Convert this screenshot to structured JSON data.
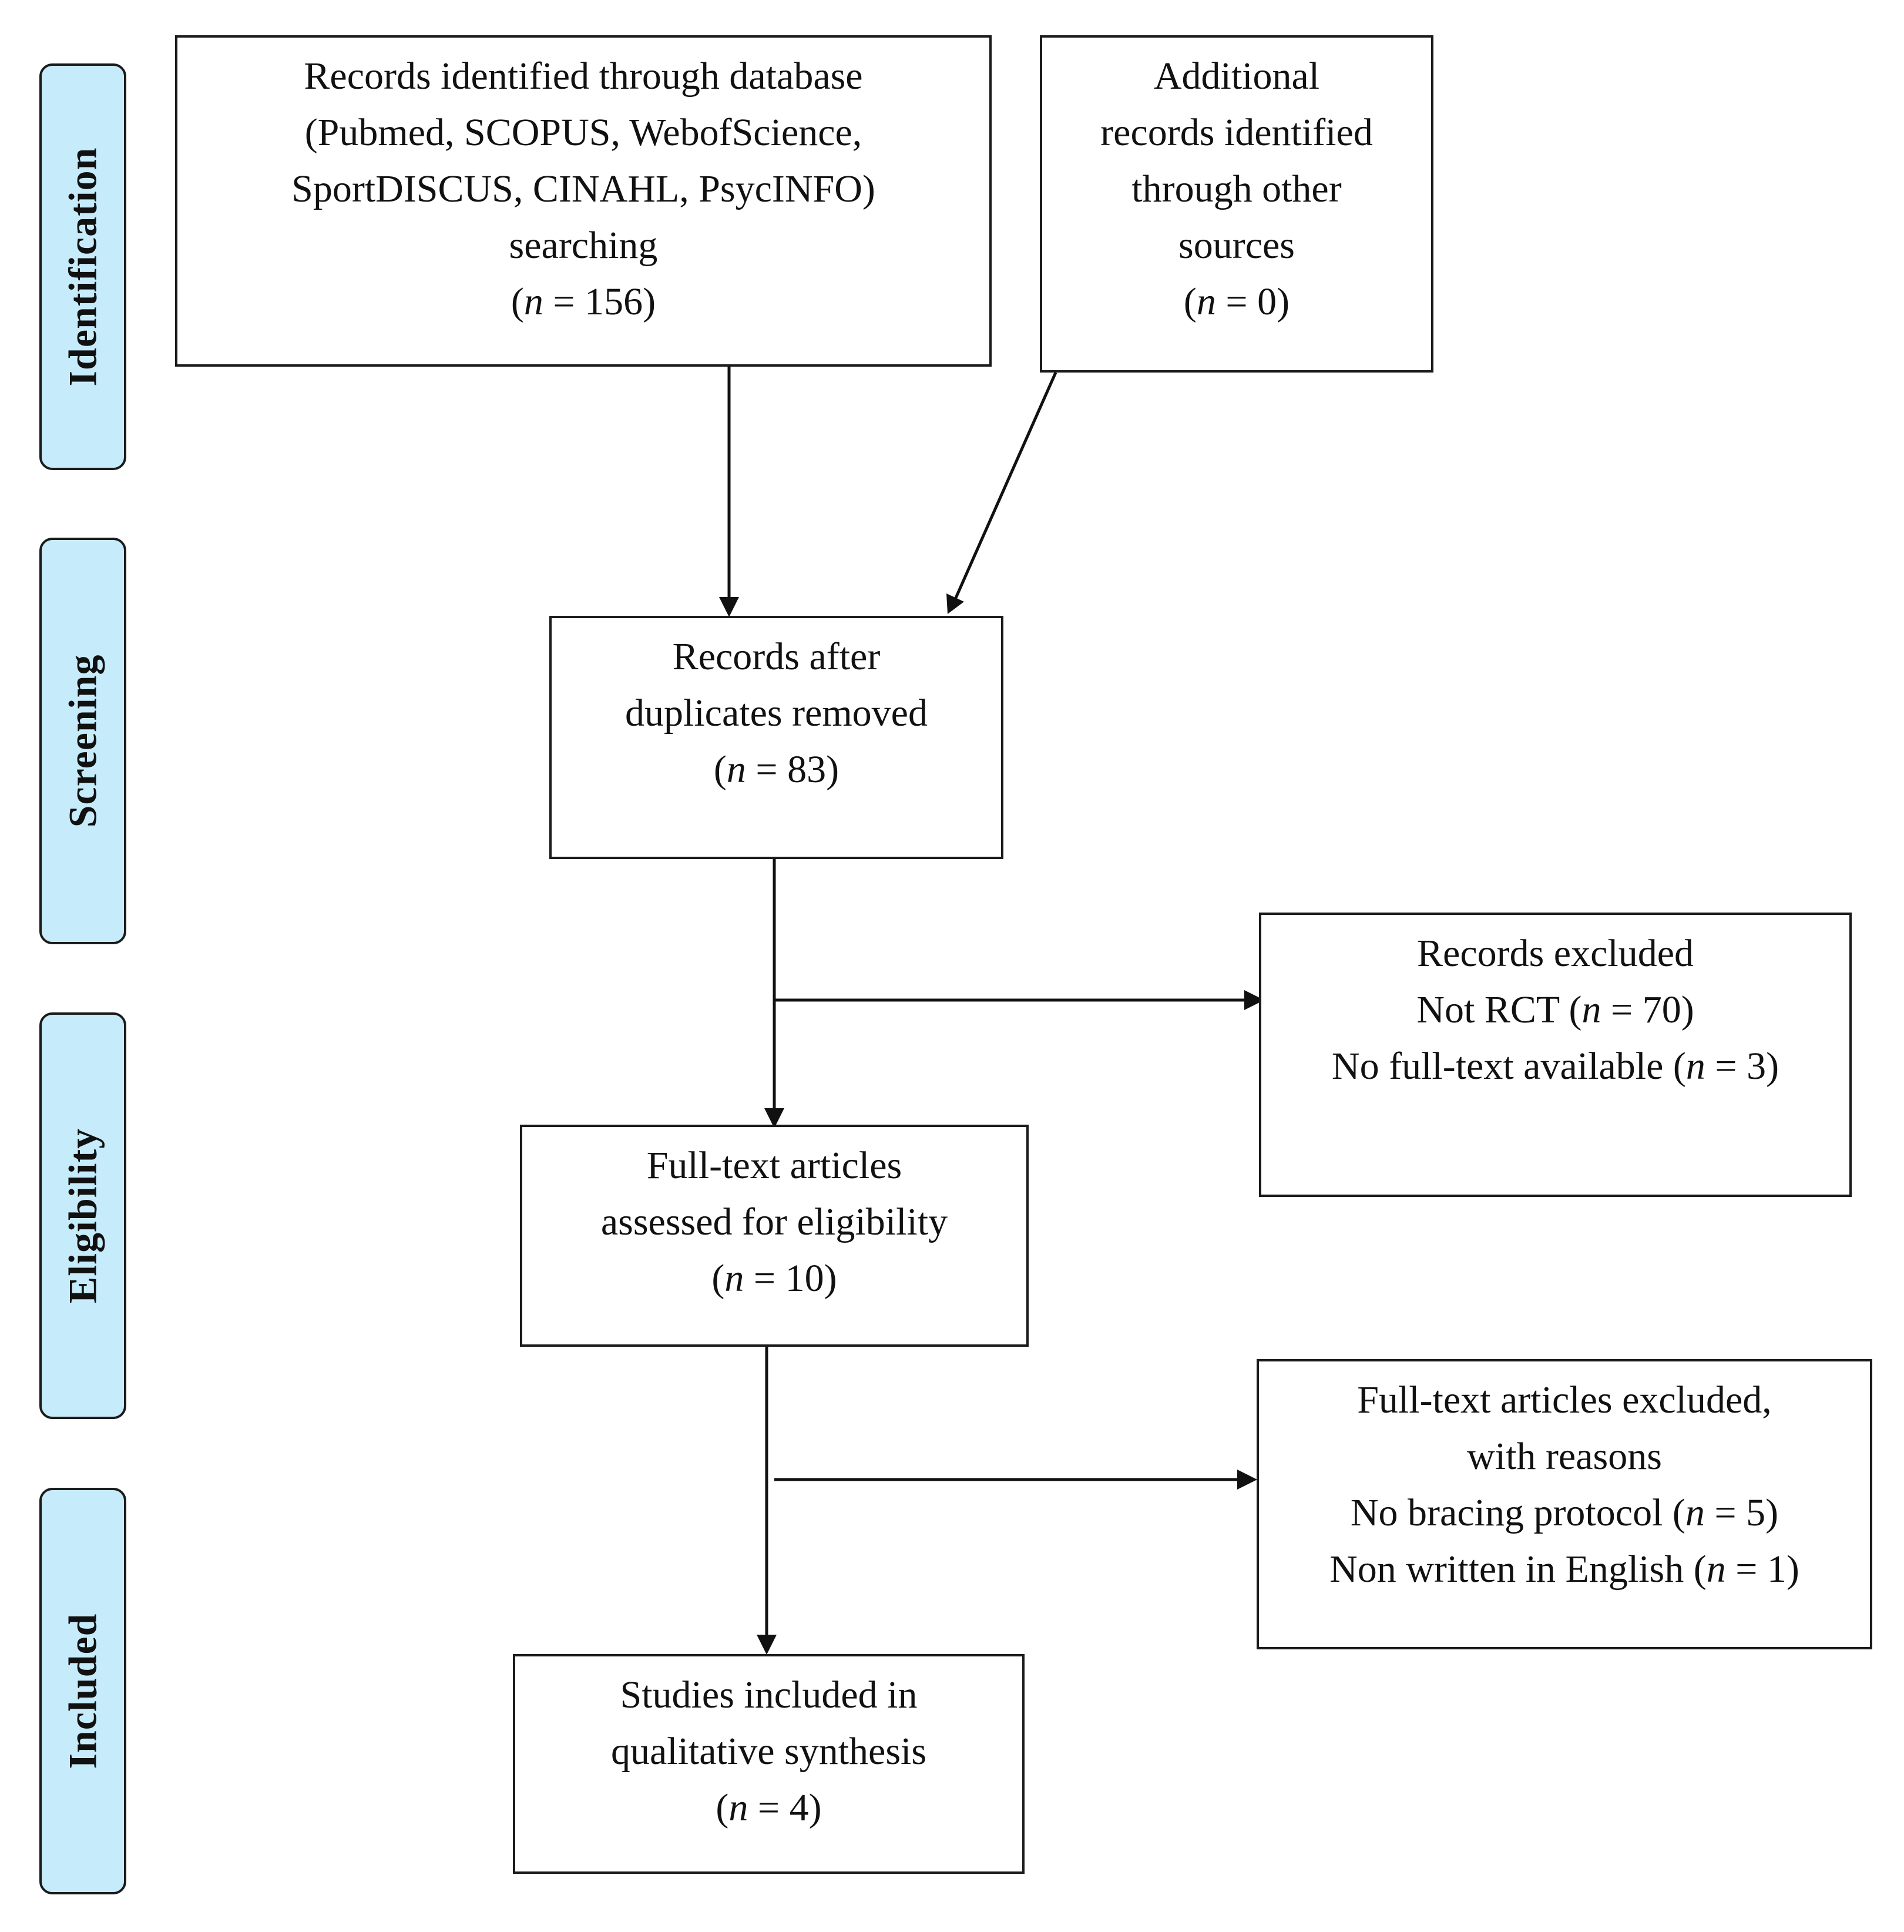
{
  "phases": {
    "identification": "Identification",
    "screening": "Screening",
    "eligibility": "Eligibility",
    "included": "Included"
  },
  "nodes": {
    "database_records": {
      "lines": [
        "Records identified through database",
        "(Pubmed, SCOPUS, WebofScience,",
        "SportDISCUS, CINAHL, PsycINFO)",
        "searching"
      ],
      "n_open": "(",
      "n_symbol": "n",
      "n_value": " = 156)"
    },
    "other_sources": {
      "lines": [
        "Additional",
        "records identified",
        "through other",
        "sources"
      ],
      "n_open": "(",
      "n_symbol": "n",
      "n_value": " = 0)"
    },
    "after_duplicates": {
      "lines": [
        "Records after",
        "duplicates removed"
      ],
      "n_open": "(",
      "n_symbol": "n",
      "n_value": " = 83)"
    },
    "records_excluded": {
      "title": "Records excluded",
      "reason_1_text": "Not RCT (",
      "reason_1_symbol": "n",
      "reason_1_value": " = 70)",
      "reason_2_text": "No full-text available (",
      "reason_2_symbol": "n",
      "reason_2_value": " = 3)"
    },
    "full_text_assessed": {
      "lines": [
        "Full-text articles",
        "assessed for eligibility"
      ],
      "n_open": "(",
      "n_symbol": "n",
      "n_value": " = 10)"
    },
    "full_text_excluded": {
      "lines": [
        "Full-text articles excluded,",
        "with reasons"
      ],
      "reason_1_text": "No bracing protocol (",
      "reason_1_symbol": "n",
      "reason_1_value": " = 5)",
      "reason_2_text": "Non written in English (",
      "reason_2_symbol": "n",
      "reason_2_value": " = 1)"
    },
    "studies_included": {
      "lines": [
        "Studies included in",
        "qualitative synthesis"
      ],
      "n_open": "(",
      "n_symbol": "n",
      "n_value": " = 4)"
    }
  }
}
